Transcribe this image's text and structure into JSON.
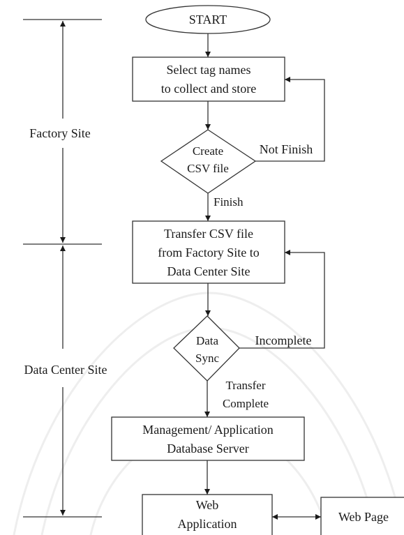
{
  "zones": {
    "factory": {
      "label": "Factory Site"
    },
    "data_center": {
      "label": "Data Center Site"
    }
  },
  "nodes": {
    "start": {
      "label": "START"
    },
    "select_tags": {
      "lines": [
        "Select tag names",
        "to collect and store"
      ]
    },
    "create_csv": {
      "lines": [
        "Create",
        "CSV file"
      ]
    },
    "transfer_csv": {
      "lines": [
        "Transfer CSV file",
        "from Factory Site to",
        "Data Center Site"
      ]
    },
    "data_sync": {
      "lines": [
        "Data",
        "Sync"
      ]
    },
    "mgmt_db": {
      "lines": [
        "Management/ Application",
        "Database Server"
      ]
    },
    "web_app": {
      "lines": [
        "Web",
        "Application"
      ]
    },
    "web_page": {
      "label": "Web Page"
    }
  },
  "edges": {
    "not_finish": {
      "label": "Not Finish"
    },
    "finish": {
      "label": "Finish"
    },
    "incomplete": {
      "label": "Incomplete"
    },
    "transfer_complete": {
      "lines": [
        "Transfer",
        "Complete"
      ]
    }
  },
  "colors": {
    "stroke": "#333333",
    "text": "#1a1a1a",
    "background": "#ffffff"
  }
}
